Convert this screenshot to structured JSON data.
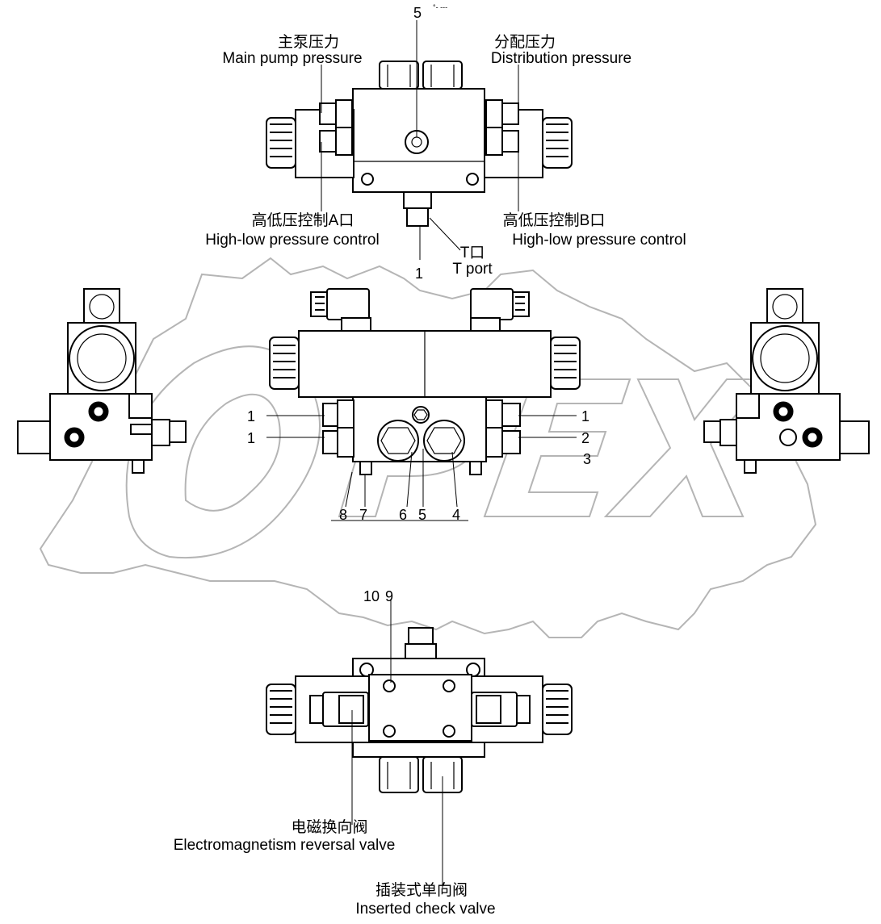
{
  "views": {
    "top": {
      "callout_5": "5",
      "callout_1": "1",
      "main_pump_cn": "主泵压力",
      "main_pump_en": "Main pump pressure",
      "distribution_cn": "分配压力",
      "distribution_en": "Distribution pressure",
      "hl_a_cn": "高低压控制A口",
      "hl_a_en": "High-low pressure control",
      "hl_b_cn": "高低压控制B口",
      "hl_b_en": "High-low pressure control",
      "t_port_cn": "T口",
      "t_port_en": "T port"
    },
    "front": {
      "callouts": {
        "left_1a": "1",
        "left_1b": "1",
        "right_1": "1",
        "right_2": "2",
        "right_3": "3",
        "bottom_8": "8",
        "bottom_7": "7",
        "bottom_6": "6",
        "bottom_5": "5",
        "bottom_4": "4"
      }
    },
    "bottom": {
      "callout_10": "10",
      "callout_9": "9",
      "electro_cn": "电磁换向阀",
      "electro_en": "Electromagnetism  reversal valve",
      "check_cn": "插装式单向阀",
      "check_en": "Inserted check valve"
    }
  },
  "watermark": {
    "text": "OPEX",
    "color": "#b5b5b5"
  }
}
